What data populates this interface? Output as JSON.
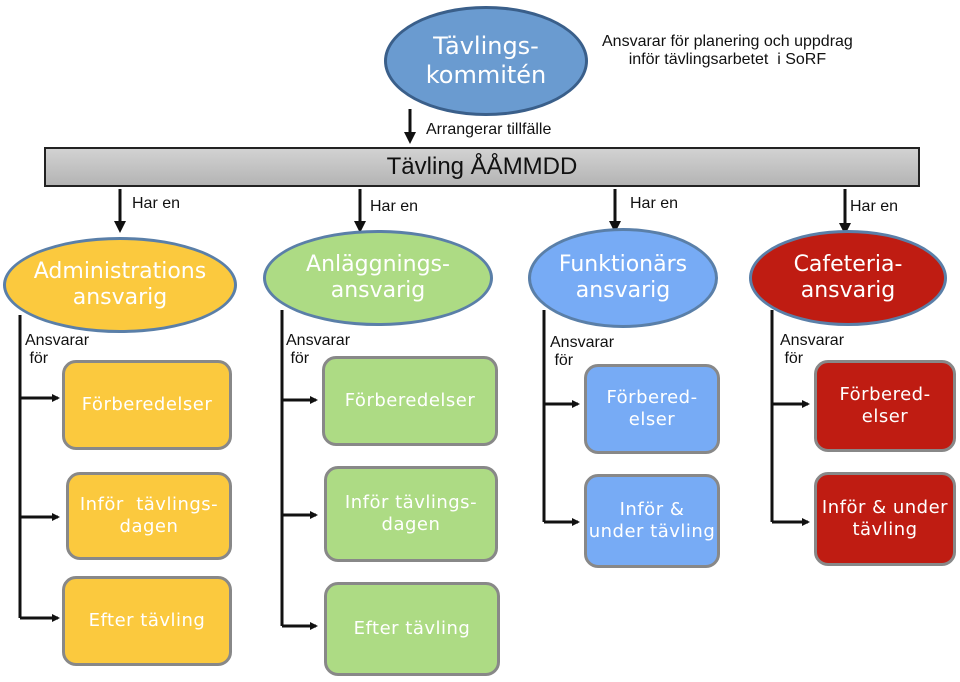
{
  "top": {
    "committee": "Tävlings-\nkommitén",
    "responsibility": "Ansvarar för planering och uppdrag\ninför tävlingsarbetet  i SoRF",
    "arranges": "Arrangerar tillfälle",
    "event_bar": "Tävling ÅÅMMDD"
  },
  "colors": {
    "committee": "#6a9bd0",
    "admin": "#fbc93e",
    "facility": "#addb84",
    "officials": "#77abf5",
    "cafeteria": "#bf1c12",
    "bar": "#c4c4c4"
  },
  "columns": [
    {
      "has_label": "Har en",
      "role": "Administrations\nansvarig",
      "resp_label": "Ansvarar\n för",
      "tasks": [
        "Förberedelser",
        "Inför  tävlings-\ndagen",
        "Efter tävling"
      ]
    },
    {
      "has_label": "Har en",
      "role": "Anläggnings-\nansvarig",
      "resp_label": "Ansvarar\n för",
      "tasks": [
        "Förberedelser",
        "Inför tävlings-\ndagen",
        "Efter tävling"
      ]
    },
    {
      "has_label": "Har en",
      "role": "Funktionärs\nansvarig",
      "resp_label": "Ansvarar\n för",
      "tasks": [
        "Förbered-\nelser",
        "Inför &\nunder tävling"
      ]
    },
    {
      "has_label": "Har en",
      "role": "Cafeteria-\nansvarig",
      "resp_label": "Ansvarar\n för",
      "tasks": [
        "Förbered-\nelser",
        "Inför & under\ntävling"
      ]
    }
  ]
}
